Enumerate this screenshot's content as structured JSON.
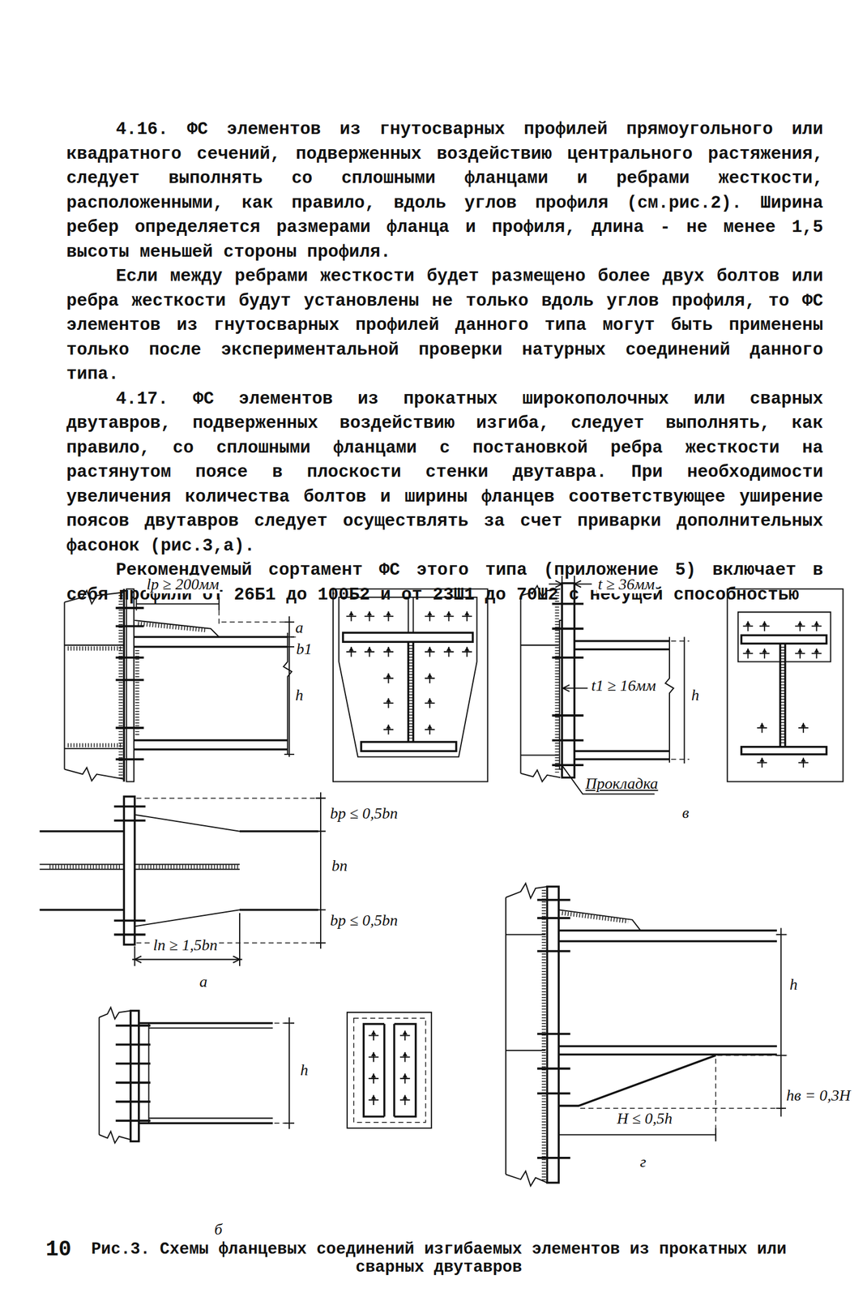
{
  "diagram": {
    "caption": "Рис.3. Схемы фланцевых соединений изгибаемых элементов из прокатных или сварных двутавров",
    "labels": [
      "4.16. ФС элементов из гнутосварных профилей прямоугольного или квадратного сечений, подверженных воздействию центрального растяжения, следует выполнять со сплошными фланцами и ребрами жесткости, расположенными, как правило, вдоль углов профиля (см.рис.2). Ширина ребер определяется размерами фланца и профиля, длина - не менее 1,5 высоты меньшей стороны профиля.",
      "Если между ребрами жесткости будет размещено более двух болтов или ребра жесткости будут установлены не только вдоль углов профиля, то ФС элементов из гнутосварных профилей данного типа могут быть применены только после экспериментальной проверки натурных соединений данного типа.",
      "4.17. ФС элементов из прокатных широкополочных или сварных двутавров, подверженных воздействию изгиба, следует выполнять, как правило, со сплошными фланцами с постановкой ребра жесткости на растянутом поясе в плоскости стенки двутавра. При необходимости увеличения количества болтов и ширины фланцев соответствующее уширение поясов двутавров следует осуществлять за счет приварки дополнительных фасонок (рис.3,а).",
      "Рекомендуемый сортамент ФС этого типа (приложение 5) включает в себя профили от 26Б1 до 100Б2 и от 23Ш1 до 70Ш2 с несущей способностью",
      "lр ≥ 200мм",
      "a",
      "b1",
      "h",
      "t ≥ 36мм",
      "t1 ≥ 16мм",
      "h",
      "Прокладка",
      "в",
      "bр ≤ 0,5bп",
      "bп",
      "bр ≤ 0,5bп",
      "lп ≥ 1,5bп",
      "а",
      "h",
      "б",
      "h",
      "hв = 0,3H",
      "H ≤ 0,5h",
      "г",
      "10"
    ]
  }
}
